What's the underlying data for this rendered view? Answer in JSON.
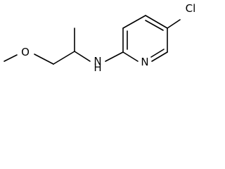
{
  "molecule": {
    "atoms": {
      "cl": "Cl",
      "o": "O",
      "nh": "H",
      "n_amine": "N",
      "n_ring": "N"
    }
  }
}
